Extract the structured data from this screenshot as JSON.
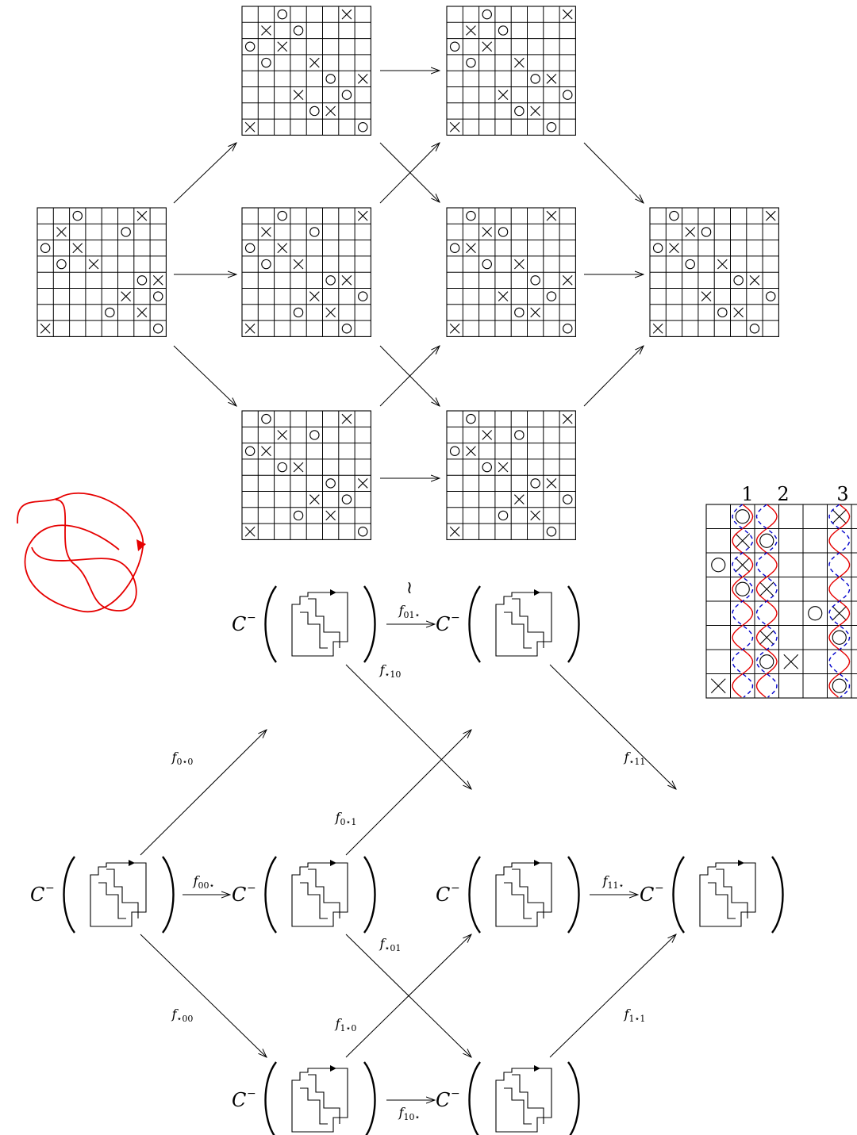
{
  "top_grids": [
    {
      "name": "grid-left",
      "O": [
        [
          2,
          0
        ],
        [
          5,
          1
        ],
        [
          0,
          2
        ],
        [
          1,
          3
        ],
        [
          6,
          4
        ],
        [
          7,
          5
        ],
        [
          4,
          6
        ],
        [
          7,
          7
        ]
      ],
      "X": [
        [
          6,
          0
        ],
        [
          1,
          1
        ],
        [
          2,
          2
        ],
        [
          3,
          3
        ],
        [
          7,
          4
        ],
        [
          5,
          5
        ],
        [
          6,
          6
        ],
        [
          0,
          7
        ]
      ]
    },
    {
      "name": "grid-upper-middle",
      "O": [
        [
          2,
          0
        ],
        [
          3,
          1
        ],
        [
          0,
          2
        ],
        [
          1,
          3
        ],
        [
          5,
          4
        ],
        [
          6,
          5
        ],
        [
          4,
          6
        ],
        [
          7,
          7
        ]
      ],
      "X": [
        [
          6,
          0
        ],
        [
          1,
          1
        ],
        [
          2,
          2
        ],
        [
          4,
          3
        ],
        [
          7,
          4
        ],
        [
          3,
          5
        ],
        [
          5,
          6
        ],
        [
          0,
          7
        ]
      ]
    },
    {
      "name": "grid-upper-right",
      "O": [
        [
          2,
          0
        ],
        [
          3,
          1
        ],
        [
          0,
          2
        ],
        [
          1,
          3
        ],
        [
          5,
          4
        ],
        [
          7,
          5
        ],
        [
          4,
          6
        ],
        [
          6,
          7
        ]
      ],
      "X": [
        [
          7,
          0
        ],
        [
          1,
          1
        ],
        [
          2,
          2
        ],
        [
          4,
          3
        ],
        [
          6,
          4
        ],
        [
          3,
          5
        ],
        [
          5,
          6
        ],
        [
          0,
          7
        ]
      ]
    },
    {
      "name": "grid-center-left",
      "O": [
        [
          2,
          0
        ],
        [
          4,
          1
        ],
        [
          0,
          2
        ],
        [
          1,
          3
        ],
        [
          5,
          4
        ],
        [
          7,
          5
        ],
        [
          3,
          6
        ],
        [
          6,
          7
        ]
      ],
      "X": [
        [
          7,
          0
        ],
        [
          1,
          1
        ],
        [
          2,
          2
        ],
        [
          3,
          3
        ],
        [
          6,
          4
        ],
        [
          4,
          5
        ],
        [
          5,
          6
        ],
        [
          0,
          7
        ]
      ]
    },
    {
      "name": "grid-center-right",
      "O": [
        [
          1,
          0
        ],
        [
          3,
          1
        ],
        [
          0,
          2
        ],
        [
          2,
          3
        ],
        [
          5,
          4
        ],
        [
          6,
          5
        ],
        [
          4,
          6
        ],
        [
          7,
          7
        ]
      ],
      "X": [
        [
          6,
          0
        ],
        [
          2,
          1
        ],
        [
          1,
          2
        ],
        [
          4,
          3
        ],
        [
          7,
          4
        ],
        [
          3,
          5
        ],
        [
          5,
          6
        ],
        [
          0,
          7
        ]
      ]
    },
    {
      "name": "grid-far-right",
      "O": [
        [
          1,
          0
        ],
        [
          3,
          1
        ],
        [
          0,
          2
        ],
        [
          2,
          3
        ],
        [
          5,
          4
        ],
        [
          7,
          5
        ],
        [
          4,
          6
        ],
        [
          6,
          7
        ]
      ],
      "X": [
        [
          7,
          0
        ],
        [
          2,
          1
        ],
        [
          1,
          2
        ],
        [
          4,
          3
        ],
        [
          6,
          4
        ],
        [
          3,
          5
        ],
        [
          5,
          6
        ],
        [
          0,
          7
        ]
      ]
    },
    {
      "name": "grid-lower-middle",
      "O": [
        [
          1,
          0
        ],
        [
          4,
          1
        ],
        [
          0,
          2
        ],
        [
          2,
          3
        ],
        [
          5,
          4
        ],
        [
          6,
          5
        ],
        [
          3,
          6
        ],
        [
          7,
          7
        ]
      ],
      "X": [
        [
          6,
          0
        ],
        [
          2,
          1
        ],
        [
          1,
          2
        ],
        [
          3,
          3
        ],
        [
          7,
          4
        ],
        [
          4,
          5
        ],
        [
          5,
          6
        ],
        [
          0,
          7
        ]
      ]
    },
    {
      "name": "grid-lower-right",
      "O": [
        [
          1,
          0
        ],
        [
          4,
          1
        ],
        [
          0,
          2
        ],
        [
          2,
          3
        ],
        [
          5,
          4
        ],
        [
          7,
          5
        ],
        [
          3,
          6
        ],
        [
          6,
          7
        ]
      ],
      "X": [
        [
          7,
          0
        ],
        [
          2,
          1
        ],
        [
          1,
          2
        ],
        [
          3,
          3
        ],
        [
          6,
          4
        ],
        [
          4,
          5
        ],
        [
          5,
          6
        ],
        [
          0,
          7
        ]
      ]
    }
  ],
  "detail_grid": {
    "column_labels": [
      "1",
      "2",
      "3"
    ],
    "O": [
      [
        1,
        0
      ],
      [
        2,
        1
      ],
      [
        0,
        2
      ],
      [
        1,
        3
      ],
      [
        4,
        4
      ],
      [
        5,
        5
      ],
      [
        2,
        6
      ],
      [
        5,
        7
      ]
    ],
    "X": [
      [
        5,
        0
      ],
      [
        1,
        1
      ],
      [
        1,
        2
      ],
      [
        2,
        3
      ],
      [
        5,
        4
      ],
      [
        2,
        5
      ],
      [
        3,
        6
      ],
      [
        0,
        7
      ]
    ]
  },
  "complex": {
    "c_label": "C",
    "c_sup": "−",
    "maps": [
      {
        "id": "f00s",
        "base": "f",
        "sub": "00⋆"
      },
      {
        "id": "f01s",
        "base": "f",
        "sub": "01⋆"
      },
      {
        "id": "f11s",
        "base": "f",
        "sub": "11⋆"
      },
      {
        "id": "f10s",
        "base": "f",
        "sub": "10⋆"
      },
      {
        "id": "f0s0",
        "base": "f",
        "sub": "0⋆0"
      },
      {
        "id": "fs00",
        "base": "f",
        "sub": "⋆00"
      },
      {
        "id": "fs10",
        "base": "f",
        "sub": "⋆10"
      },
      {
        "id": "fs01",
        "base": "f",
        "sub": "⋆01"
      },
      {
        "id": "f0s1",
        "base": "f",
        "sub": "0⋆1"
      },
      {
        "id": "f1s0",
        "base": "f",
        "sub": "1⋆0"
      },
      {
        "id": "fs11",
        "base": "f",
        "sub": "⋆11"
      },
      {
        "id": "f1s1",
        "base": "f",
        "sub": "1⋆1"
      }
    ]
  },
  "squiggle": "≀",
  "colors": {
    "knot": "#e60000",
    "dashed": "#0000cc",
    "line": "#000000"
  }
}
